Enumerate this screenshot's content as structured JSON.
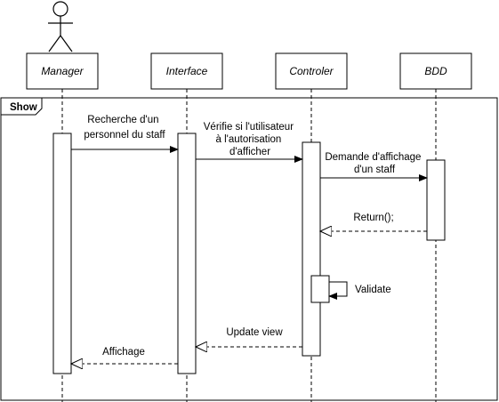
{
  "participants": [
    {
      "id": "manager",
      "label": "Manager"
    },
    {
      "id": "interface",
      "label": "Interface"
    },
    {
      "id": "controler",
      "label": "Controler"
    },
    {
      "id": "bdd",
      "label": "BDD"
    }
  ],
  "frame": {
    "label": "Show"
  },
  "messages": {
    "m1": {
      "lines": [
        "Recherche d'un",
        "personnel du staff"
      ]
    },
    "m2": {
      "lines": [
        "Vérifie si l'utilisateur",
        "à l'autorisation",
        "d'afficher"
      ]
    },
    "m3": {
      "lines": [
        "Demande d'affichage",
        "d'un staff"
      ]
    },
    "m4": {
      "lines": [
        "Return();"
      ]
    },
    "m5": {
      "lines": [
        "Validate"
      ]
    },
    "m6": {
      "lines": [
        "Update view"
      ]
    },
    "m7": {
      "lines": [
        "Affichage"
      ]
    }
  }
}
